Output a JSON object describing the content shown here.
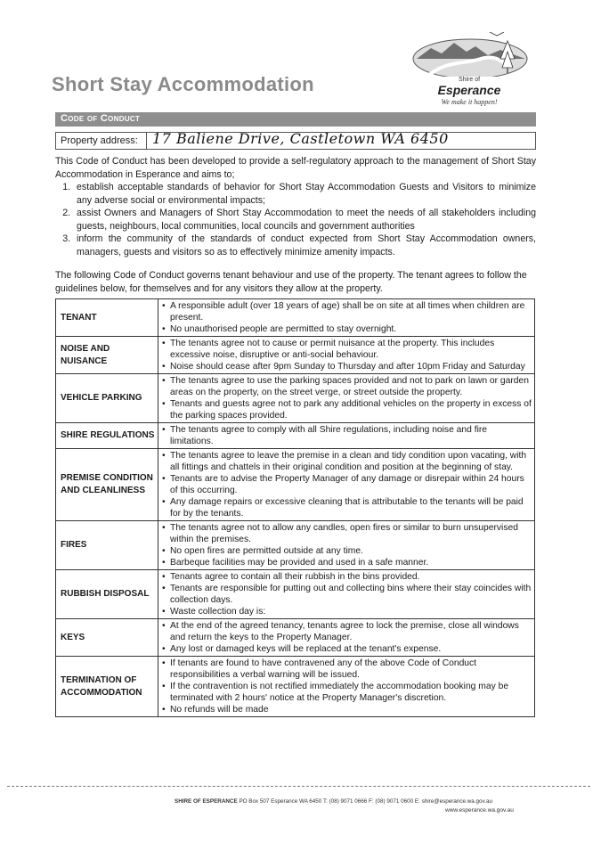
{
  "header": {
    "title": "Short Stay Accommodation",
    "logo": {
      "line1": "Shire of",
      "line2": "Esperance",
      "tagline": "We make it happen!"
    }
  },
  "section_heading": "Code of Conduct",
  "address": {
    "label": "Property address:",
    "value": "17 Baliene Drive, Castletown WA 6450"
  },
  "intro": {
    "paragraph": "This Code of Conduct has been developed to provide a self-regulatory approach to the management of Short Stay Accommodation in Esperance and aims to;",
    "aims": [
      "establish acceptable standards of behavior for Short Stay Accommodation Guests and Visitors to minimize any adverse social or environmental impacts;",
      "assist Owners and Managers of Short Stay Accommodation to meet the needs of all stakeholders including guests, neighbours, local communities, local councils and government authorities",
      "inform the community of the standards of conduct expected from Short Stay Accommodation owners, managers, guests and visitors so as to effectively minimize amenity impacts."
    ],
    "governs": "The following Code of Conduct governs tenant behaviour and use of the property. The tenant agrees to follow the guidelines below, for themselves and for any visitors they allow at the property."
  },
  "rules": [
    {
      "category": "TENANT",
      "items": [
        "A responsible adult (over 18 years of age) shall be on site at all times when children are present.",
        "No unauthorised people are permitted to stay overnight."
      ]
    },
    {
      "category": "NOISE AND NUISANCE",
      "items": [
        "The tenants agree not to cause or permit nuisance at the property. This includes excessive noise, disruptive or anti-social behaviour.",
        "Noise should cease after 9pm Sunday to Thursday and after 10pm Friday and Saturday"
      ]
    },
    {
      "category": "VEHICLE PARKING",
      "items": [
        "The tenants agree to use the parking spaces provided and not to park on lawn or garden areas on the property, on the street verge, or street outside the property.",
        "Tenants and guests agree not to park any additional vehicles on the property in excess of the parking spaces provided."
      ]
    },
    {
      "category": "SHIRE REGULATIONS",
      "items": [
        "The tenants agree to comply with all Shire regulations, including noise and fire limitations."
      ]
    },
    {
      "category": "PREMISE CONDITION AND CLEANLINESS",
      "items": [
        "The tenants agree to leave the premise in a clean and tidy condition upon vacating, with all fittings and chattels in their original condition and position at the beginning of stay.",
        "Tenants are to advise the Property Manager of any damage or disrepair within 24 hours of this occurring.",
        "Any damage repairs or excessive cleaning that is attributable to the tenants will be paid for by the tenants."
      ]
    },
    {
      "category": "FIRES",
      "items": [
        "The tenants agree not to allow any candles, open fires or similar to burn unsupervised within the premises.",
        "No open fires are permitted outside at any time.",
        "Barbeque facilities may be provided and used in a safe manner."
      ]
    },
    {
      "category": "RUBBISH DISPOSAL",
      "items": [
        "Tenants agree to contain all their rubbish in the bins provided.",
        "Tenants are responsible for putting out and collecting bins where their stay coincides with collection days.",
        "Waste collection day is:"
      ]
    },
    {
      "category": "KEYS",
      "items": [
        "At the end of the agreed tenancy, tenants agree to lock the premise, close all windows and return the keys to the Property Manager.",
        "Any lost or damaged keys will be replaced at the tenant's expense."
      ]
    },
    {
      "category": "TERMINATION OF ACCOMMODATION",
      "items": [
        "If tenants are found to have contravened any of the above Code of Conduct responsibilities a verbal warning will be issued.",
        "If the contravention is not rectified immediately the accommodation booking may be terminated with 2 hours' notice at the Property Manager's discretion.",
        "No refunds will be made"
      ]
    }
  ],
  "footer": {
    "org": "SHIRE OF ESPERANCE",
    "details": "PO Box 507 Esperance WA 6450  T: (08) 9071 0666  F: (08) 9071 0600  E: shire@esperance.wa.gov.au",
    "website": "www.esperance.wa.gov.au"
  }
}
